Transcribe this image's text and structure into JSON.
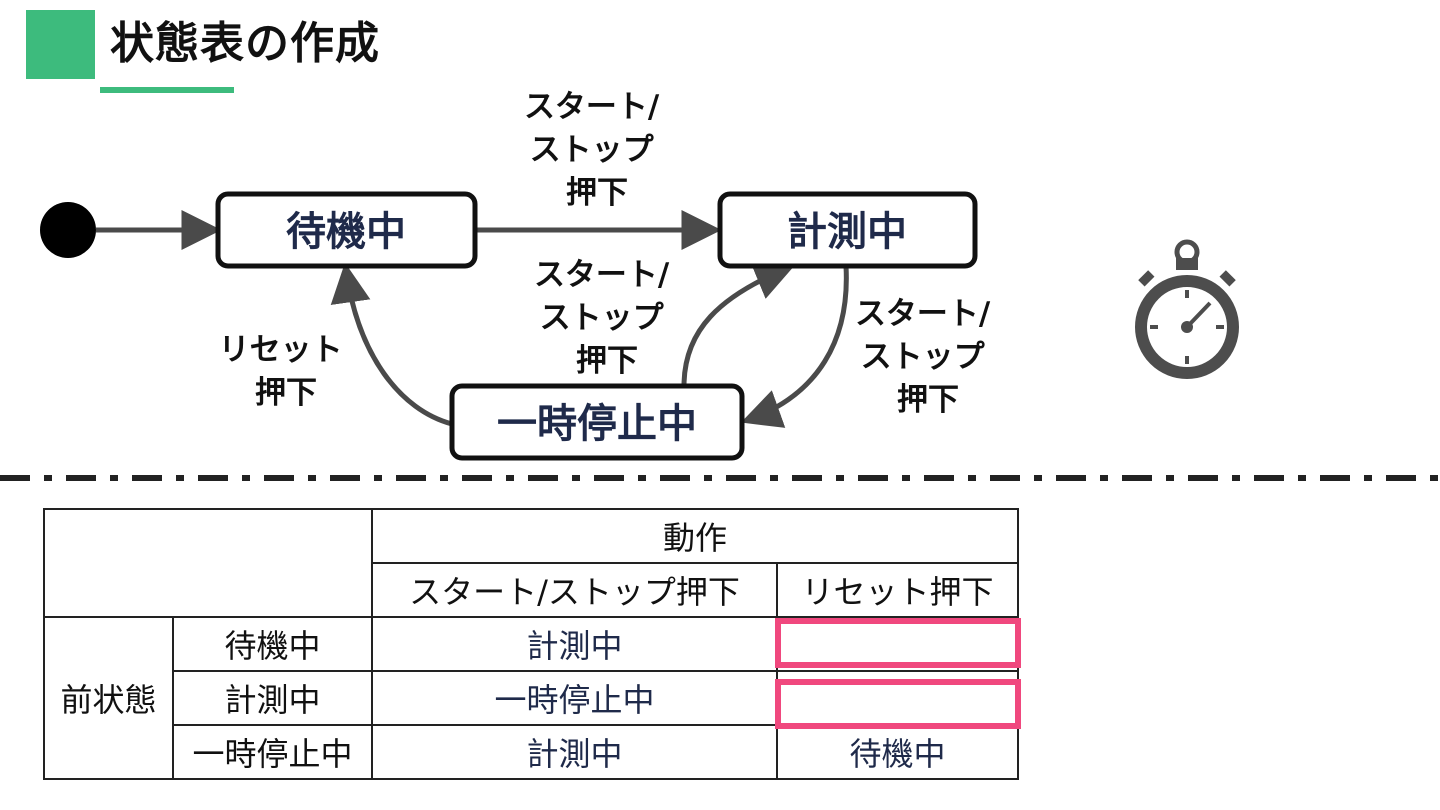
{
  "title": "状態表の作成",
  "colors": {
    "accent_green": "#3dbb7d",
    "node_text": "#1f2a4a",
    "arrow_gray": "#4a4a4a",
    "highlight_pink": "#f0487e",
    "stopwatch_gray": "#4d4d4d"
  },
  "diagram": {
    "nodes": {
      "waiting": "待機中",
      "measuring": "計測中",
      "paused": "一時停止中"
    },
    "edges": {
      "waiting_to_measuring": [
        "スタート/",
        "ストップ",
        "押下"
      ],
      "paused_to_measuring": [
        "スタート/",
        "ストップ",
        "押下"
      ],
      "measuring_to_paused": [
        "スタート/",
        "ストップ",
        "押下"
      ],
      "paused_to_waiting": [
        "リセット",
        "押下"
      ]
    },
    "icon": "stopwatch-icon"
  },
  "table": {
    "action_header": "動作",
    "col_start_stop": "スタート/ストップ押下",
    "col_reset": "リセット押下",
    "prev_state_header": "前状態",
    "rows": [
      {
        "state": "待機中",
        "start_stop": "計測中",
        "reset": ""
      },
      {
        "state": "計測中",
        "start_stop": "一時停止中",
        "reset": ""
      },
      {
        "state": "一時停止中",
        "start_stop": "計測中",
        "reset": "待機中"
      }
    ]
  }
}
